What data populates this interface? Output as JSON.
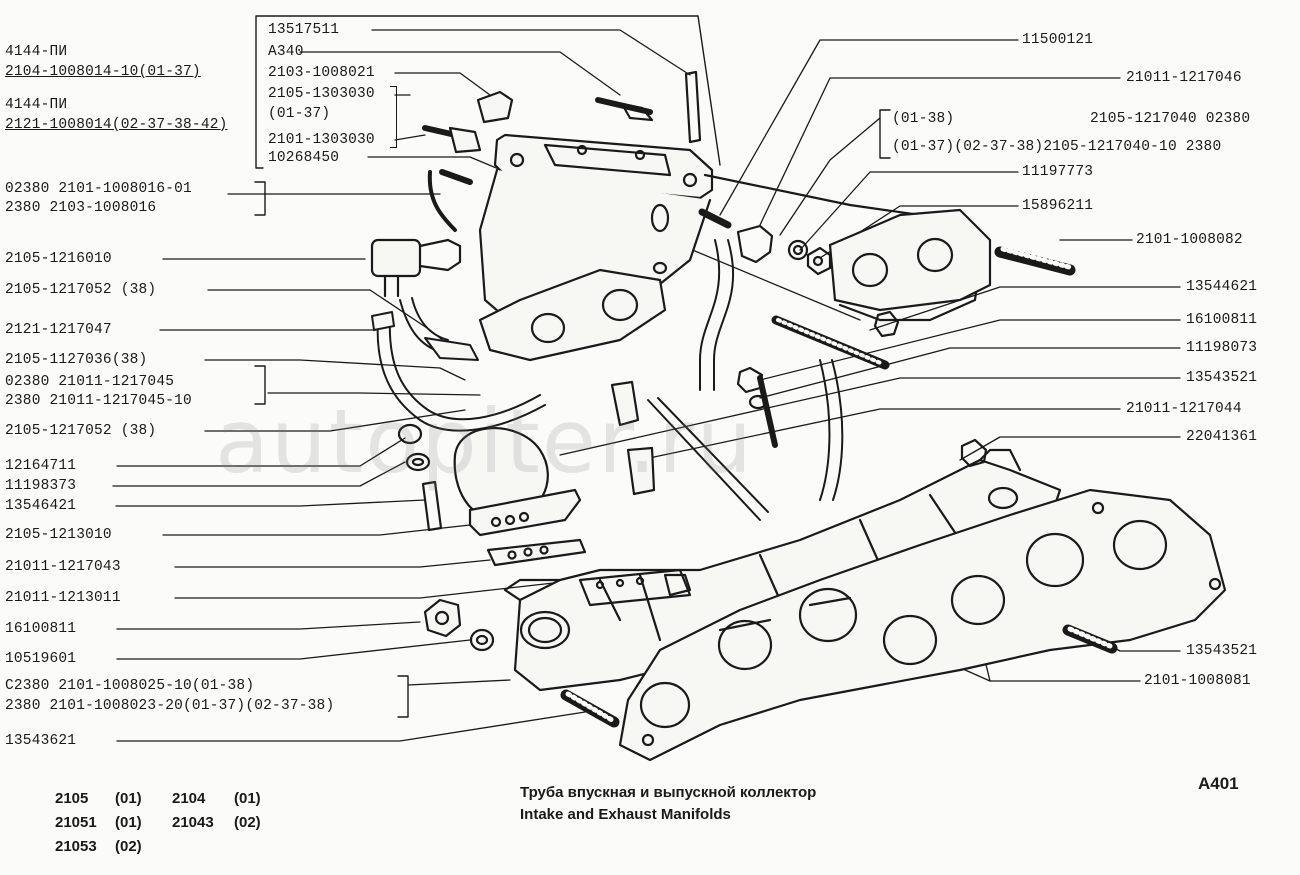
{
  "watermark": "autopiter.ru",
  "drawing_code": "A401",
  "caption_ru": "Труба впускная и выпускной коллектор",
  "caption_en": "Intake and Exhaust Manifolds",
  "models": [
    {
      "model": "2105",
      "var": "(01)"
    },
    {
      "model": "2104",
      "var": "(01)"
    },
    {
      "model": "21051",
      "var": "(01)"
    },
    {
      "model": "21043",
      "var": "(02)"
    },
    {
      "model": "21053",
      "var": "(02)"
    }
  ],
  "labels_left": [
    {
      "id": "l1",
      "text": "4144-ПИ"
    },
    {
      "id": "l2",
      "text": "2104-1008014-10(01-37)"
    },
    {
      "id": "l3",
      "text": "4144-ПИ"
    },
    {
      "id": "l4",
      "text": "2121-1008014(02-37-38-42)"
    },
    {
      "id": "l5",
      "text": "02380  2101-1008016-01"
    },
    {
      "id": "l6",
      "text": "2380   2103-1008016"
    },
    {
      "id": "l7",
      "text": "2105-1216010"
    },
    {
      "id": "l8",
      "text": "2105-1217052 (38)"
    },
    {
      "id": "l9",
      "text": "2121-1217047"
    },
    {
      "id": "l10",
      "text": "2105-1127036(38)"
    },
    {
      "id": "l11",
      "text": "02380  21011-1217045"
    },
    {
      "id": "l12",
      "text": "2380  21011-1217045-10"
    },
    {
      "id": "l13",
      "text": "2105-1217052 (38)"
    },
    {
      "id": "l14",
      "text": "12164711"
    },
    {
      "id": "l15",
      "text": "11198373"
    },
    {
      "id": "l16",
      "text": "13546421"
    },
    {
      "id": "l17",
      "text": "2105-1213010"
    },
    {
      "id": "l18",
      "text": "21011-1217043"
    },
    {
      "id": "l19",
      "text": "21011-1213011"
    },
    {
      "id": "l20",
      "text": "16100811"
    },
    {
      "id": "l21",
      "text": "10519601"
    },
    {
      "id": "l22",
      "text": "С2380  2101-1008025-10(01-38)"
    },
    {
      "id": "l23",
      "text": "2380  2101-1008023-20(01-37)(02-37-38)"
    },
    {
      "id": "l24",
      "text": "13543621"
    }
  ],
  "labels_box": [
    {
      "id": "b1",
      "text": "13517511"
    },
    {
      "id": "b2",
      "text": "А340"
    },
    {
      "id": "b3",
      "text": "2103-1008021"
    },
    {
      "id": "b4",
      "text": "2105-1303030"
    },
    {
      "id": "b5",
      "text": "(01-37)"
    },
    {
      "id": "b6",
      "text": "2101-1303030"
    },
    {
      "id": "b7",
      "text": "10268450"
    }
  ],
  "labels_right": [
    {
      "id": "r1",
      "text": "11500121"
    },
    {
      "id": "r2",
      "text": "21011-1217046"
    },
    {
      "id": "r3",
      "text": "(01-38)"
    },
    {
      "id": "r3b",
      "text": "2105-1217040  02380"
    },
    {
      "id": "r4",
      "text": "(01-37)(02-37-38)2105-1217040-10  2380"
    },
    {
      "id": "r5",
      "text": "11197773"
    },
    {
      "id": "r6",
      "text": "15896211"
    },
    {
      "id": "r7",
      "text": "2101-1008082"
    },
    {
      "id": "r8",
      "text": "13544621"
    },
    {
      "id": "r9",
      "text": "16100811"
    },
    {
      "id": "r10",
      "text": "11198073"
    },
    {
      "id": "r11",
      "text": "13543521"
    },
    {
      "id": "r12",
      "text": "21011-1217044"
    },
    {
      "id": "r13",
      "text": "22041361"
    },
    {
      "id": "r14",
      "text": "13543521"
    },
    {
      "id": "r15",
      "text": "2101-1008081"
    }
  ]
}
